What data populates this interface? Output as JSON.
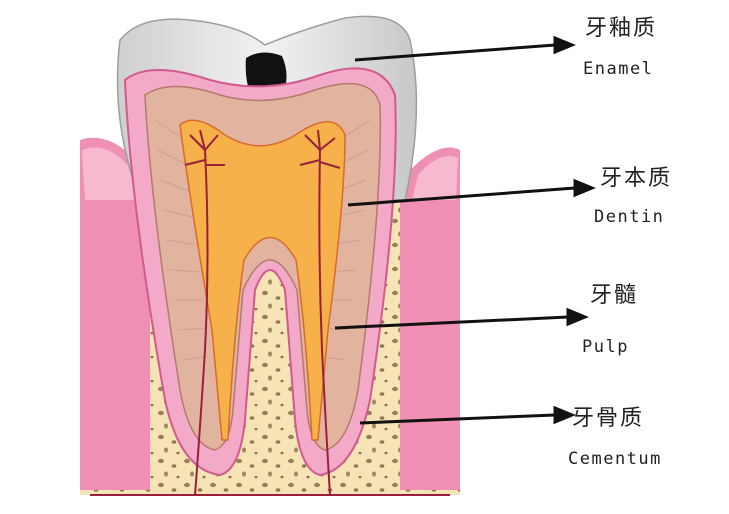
{
  "labels": [
    {
      "id": "enamel",
      "zh": "牙釉质",
      "en": "Enamel"
    },
    {
      "id": "dentin",
      "zh": "牙本质",
      "en": "Dentin"
    },
    {
      "id": "pulp",
      "zh": "牙髓",
      "en": "Pulp"
    },
    {
      "id": "cementum",
      "zh": "牙骨质",
      "en": "Cementum"
    }
  ]
}
